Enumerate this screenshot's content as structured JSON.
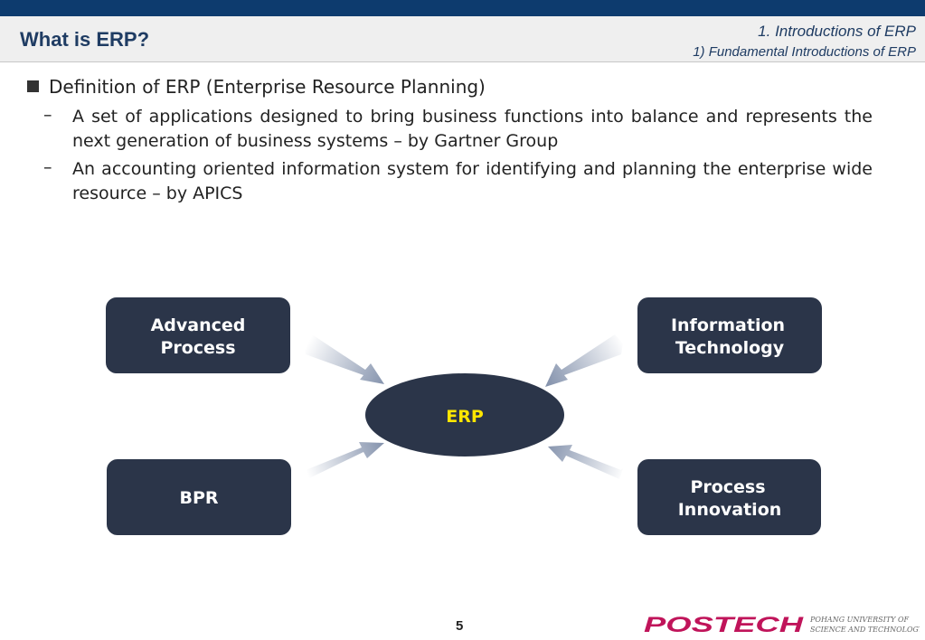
{
  "header": {
    "title": "What is ERP?",
    "section": "1. Introductions of ERP",
    "subsection": "1) Fundamental Introductions of ERP"
  },
  "content": {
    "main_bullet": "Definition of ERP (Enterprise Resource Planning)",
    "sub_bullets": [
      "A set of applications designed to bring business functions into balance and represents the next generation of business systems – by Gartner Group",
      "An accounting oriented information system for identifying and planning the enterprise wide resource – by APICS"
    ],
    "dash_glyph": "–"
  },
  "diagram": {
    "center": "ERP",
    "boxes": {
      "top_left": [
        "Advanced",
        "Process"
      ],
      "top_right": [
        "Information",
        "Technology"
      ],
      "bottom_left": [
        "BPR"
      ],
      "bottom_right": [
        "Process",
        "Innovation"
      ]
    },
    "colors": {
      "box_fill": "#2b3549",
      "center_text": "#ffe600",
      "arrow": "#8593ad"
    }
  },
  "footer": {
    "page_number": "5",
    "logo_text": "POSTECH",
    "logo_caption": [
      "POHANG UNIVERSITY OF",
      "SCIENCE AND TECHNOLOGY"
    ],
    "logo_color": "#c0145a"
  }
}
